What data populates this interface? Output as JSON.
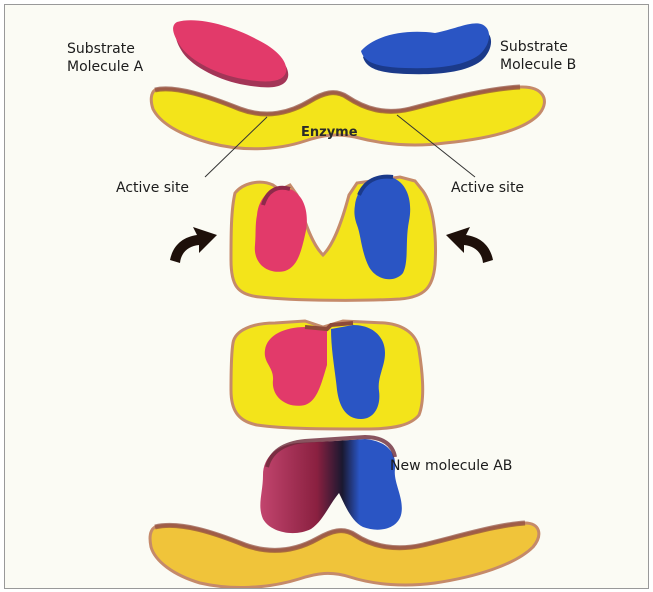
{
  "labels": {
    "substrate_a_line1": "Substrate",
    "substrate_a_line2": "Molecule A",
    "substrate_b_line1": "Substrate",
    "substrate_b_line2": "Molecule B",
    "enzyme": "Enzyme",
    "active_site_left": "Active site",
    "active_site_right": "Active site",
    "new_molecule": "New molecule AB"
  },
  "colors": {
    "substrate_a": "#e23a6a",
    "substrate_b": "#2a55c4",
    "enzyme": "#f3e41a",
    "enzyme_edge": "#c58a6a",
    "arrow": "#1e100a"
  }
}
